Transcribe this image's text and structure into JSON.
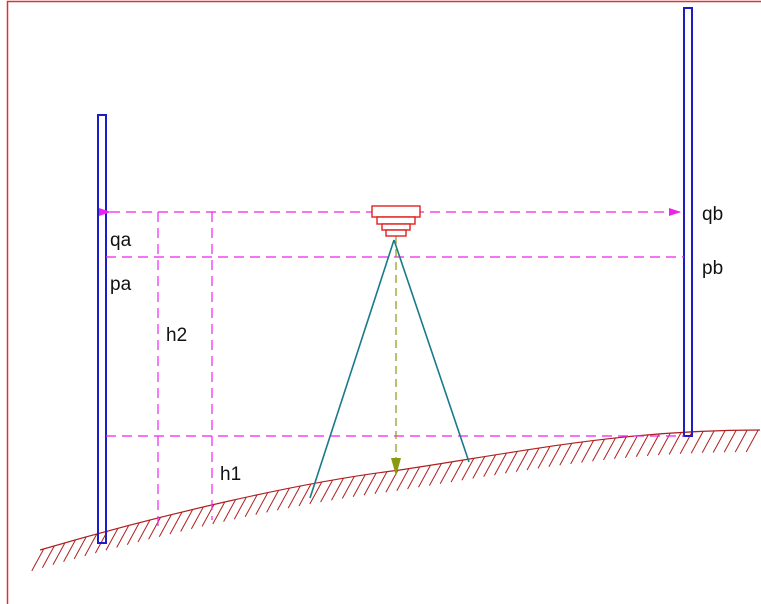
{
  "labels": {
    "qa": "qa",
    "pa": "pa",
    "h2": "h2",
    "h1": "h1",
    "qb": "qb",
    "pb": "pb"
  },
  "colors": {
    "border": "#e03030",
    "staff": "#1c1cc8",
    "sight_line": "#ee22ee",
    "tripod": "#1a7a8a",
    "level_instrument": "#e02020",
    "plumb_line": "#8a9a10",
    "ground": "#b02020"
  }
}
